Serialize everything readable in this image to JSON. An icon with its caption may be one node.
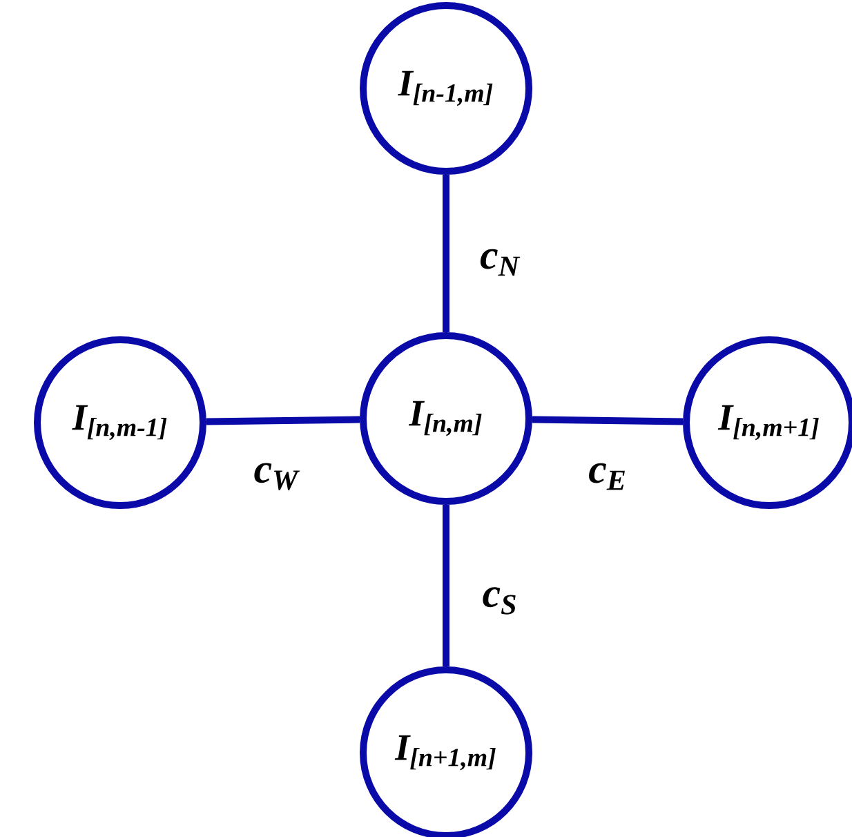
{
  "diagram": {
    "nodes": [
      {
        "text": [
          "I$_{[n-1,m]}$"
        ]
      },
      {
        "text": [
          "I$_{[n,m-1]}$"
        ]
      },
      {
        "text": [
          "I$_{[n,m]}$"
        ]
      },
      {
        "text": [
          "I$_{[n,m+1]}$"
        ]
      },
      {
        "text": [
          "I$_{[n+1,m]}$"
        ]
      }
    ],
    "edges": [
      {
        "from": 0,
        "to": 2,
        "arrow": "none",
        "label": "c$_{N}$"
      },
      {
        "from": 1,
        "to": 2,
        "arrow": "none",
        "label": "c$_{W}$"
      },
      {
        "from": 2,
        "to": 3,
        "arrow": "none",
        "label": "c$_{E}$"
      },
      {
        "from": 2,
        "to": 4,
        "arrow": "none",
        "label": "c$_{S}$"
      }
    ]
  }
}
